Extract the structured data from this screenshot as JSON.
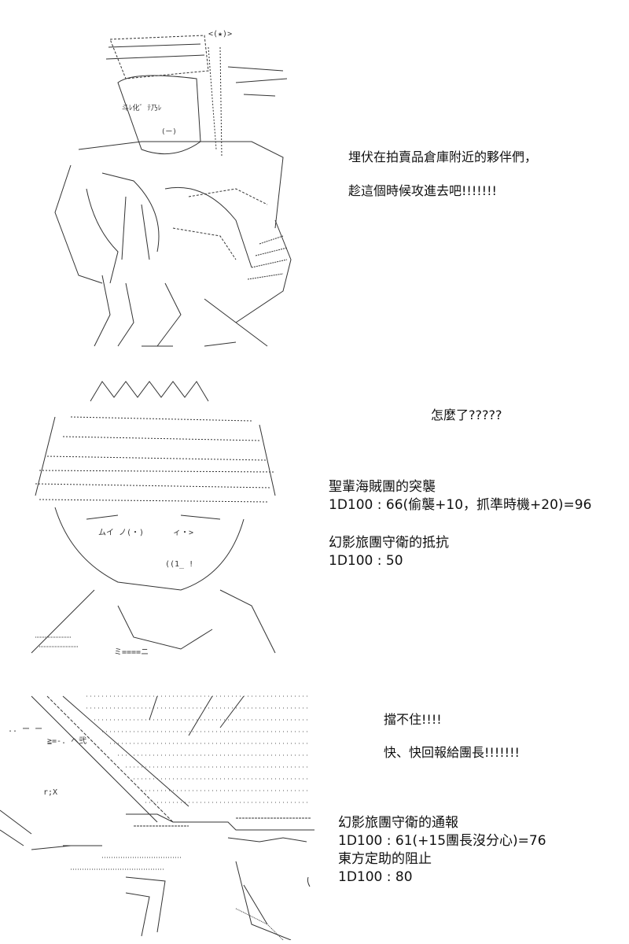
{
  "panels": [
    {
      "lines": [
        "埋伏在拍賣品倉庫附近的夥伴們，",
        "趁這個時候攻進去吧!!!!!!!"
      ]
    },
    {
      "exclaim": "怎麼了?????",
      "roll1_title": "聖輩海賊團的突襲",
      "roll1_result": "1D100 : 66(偷襲+10，抓準時機+20)=96",
      "roll2_title": "幻影旅團守衛的抵抗",
      "roll2_result": "1D100 : 50"
    },
    {
      "lines": [
        "擋不住!!!!",
        "快、快回報給團長!!!!!!!"
      ],
      "roll1_title": "幻影旅團守衛的通報",
      "roll1_result": "1D100 : 61(+15團長沒分心)=76",
      "roll2_title": "東方定助的阻止",
      "roll2_result": "1D100 : 80"
    }
  ]
}
